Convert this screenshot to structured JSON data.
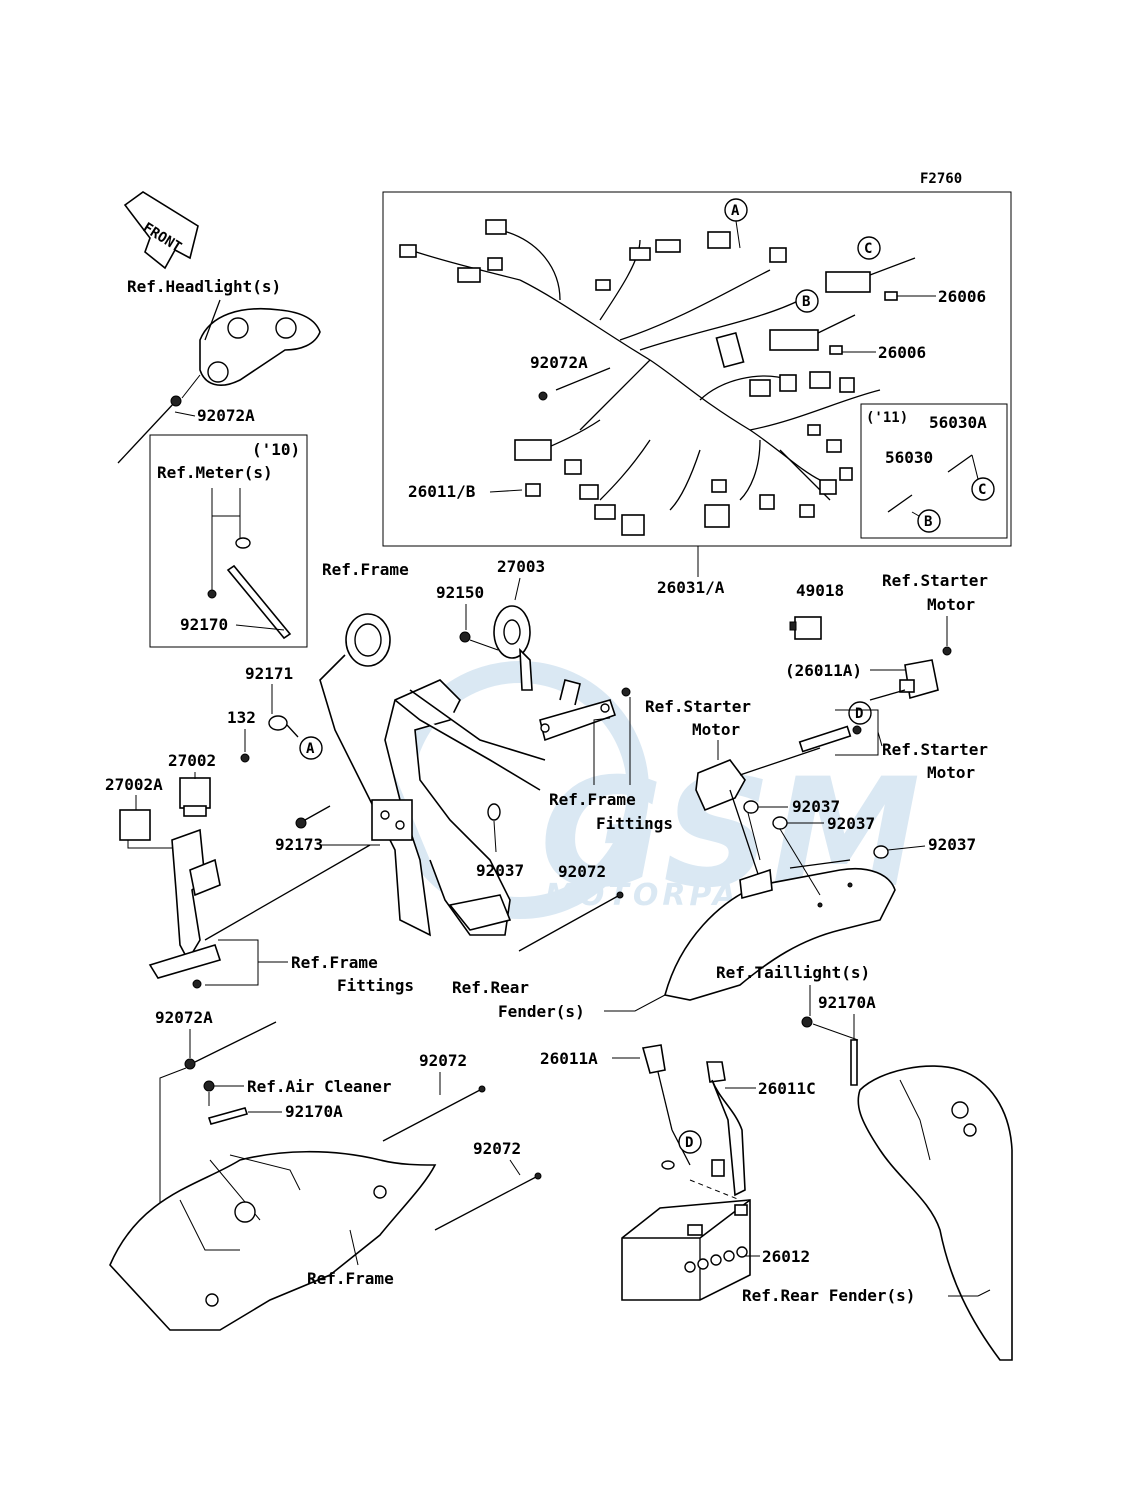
{
  "figure_code": "F2760",
  "front_label": "FRONT",
  "watermark": {
    "big": "GSM",
    "sub": "MOTORPARTS",
    "color": "#bcd6ea"
  },
  "boxes": {
    "meter_year": "('10)",
    "year_11": "('11)"
  },
  "callouts": {
    "A": "A",
    "B": "B",
    "C": "C",
    "D": "D"
  },
  "labels": {
    "ref_headlight": "Ref.Headlight(s)",
    "p92072A_head": "92072A",
    "ref_meter": "Ref.Meter(s)",
    "p92170": "92170",
    "p92072A_harness": "92072A",
    "p26011B": "26011/B",
    "p26006_c": "26006",
    "p26006_b": "26006",
    "p56030A": "56030A",
    "p56030": "56030",
    "p26031A": "26031/A",
    "ref_frame_top": "Ref.Frame",
    "p27003": "27003",
    "p92150": "92150",
    "p49018": "49018",
    "ref_starter_1_a": "Ref.Starter",
    "ref_starter_1_b": "Motor",
    "p26011A_paren": "(26011A)",
    "p92171": "92171",
    "p132": "132",
    "p27002": "27002",
    "p27002A": "27002A",
    "ref_starter_2_a": "Ref.Starter",
    "ref_starter_2_b": "Motor",
    "ref_starter_3_a": "Ref.Starter",
    "ref_starter_3_b": "Motor",
    "ref_frame_fit_1_a": "Ref.Frame",
    "ref_frame_fit_1_b": "Fittings",
    "p92037_a": "92037",
    "p92037_b": "92037",
    "p92037_c": "92037",
    "p92037_d": "92037",
    "p92173": "92173",
    "p92072_mid": "92072",
    "ref_frame_fit_2_a": "Ref.Frame",
    "ref_frame_fit_2_b": "Fittings",
    "ref_rear_fender_1_a": "Ref.Rear",
    "ref_rear_fender_1_b": "Fender(s)",
    "ref_taillight": "Ref.Taillight(s)",
    "p92170A_tail": "92170A",
    "p92072A_low": "92072A",
    "ref_air_cleaner": "Ref.Air Cleaner",
    "p92170A_low": "92170A",
    "p92072_low1": "92072",
    "p92072_low2": "92072",
    "p26011A": "26011A",
    "p26011C": "26011C",
    "p26012": "26012",
    "ref_frame_low": "Ref.Frame",
    "ref_rear_fender_2": "Ref.Rear Fender(s)"
  }
}
